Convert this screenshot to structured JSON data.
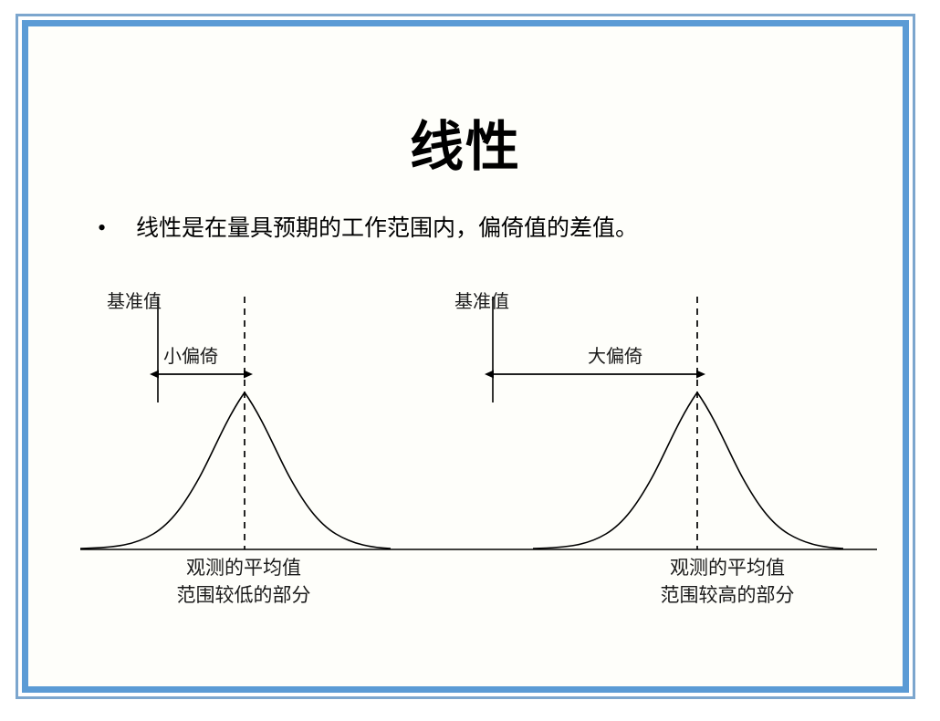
{
  "slide": {
    "title": "线性",
    "bullet_marker": "•",
    "bullet_text": "线性是在量具预期的工作范围内，偏倚值的差值。",
    "frame": {
      "outer_border_color": "#7CA6CE",
      "inner_border_color": "#5B9BD5",
      "background_color": "#FEFEFA",
      "page_background": "#FFFFFF"
    }
  },
  "diagram": {
    "stroke_color": "#000000",
    "left": {
      "reference_label": "基准值",
      "bias_label": "小偏倚",
      "caption_line1": "观测的平均值",
      "caption_line2": "范围较低的部分"
    },
    "right": {
      "reference_label": "基准值",
      "bias_label": "大偏倚",
      "caption_line1": "观测的平均值",
      "caption_line2": "范围较高的部分"
    }
  },
  "chart_data": {
    "type": "line",
    "title": "线性",
    "xlabel": "",
    "ylabel": "",
    "annotations": [
      "基准值",
      "小偏倚",
      "大偏倚",
      "观测的平均值 范围较低的部分",
      "观测的平均值 范围较高的部分"
    ],
    "series": [
      {
        "name": "范围较低的部分 分布",
        "kind": "normal-curve",
        "mean_x": 268,
        "reference_x": 173,
        "bias": 95,
        "bias_size": "small",
        "baseline_y": 602,
        "peak_y": 430
      },
      {
        "name": "范围较高的部分 分布",
        "kind": "normal-curve",
        "mean_x": 764,
        "reference_x": 540,
        "bias": 224,
        "bias_size": "large",
        "baseline_y": 602,
        "peak_y": 430
      }
    ],
    "grid": false,
    "legend": "none"
  }
}
